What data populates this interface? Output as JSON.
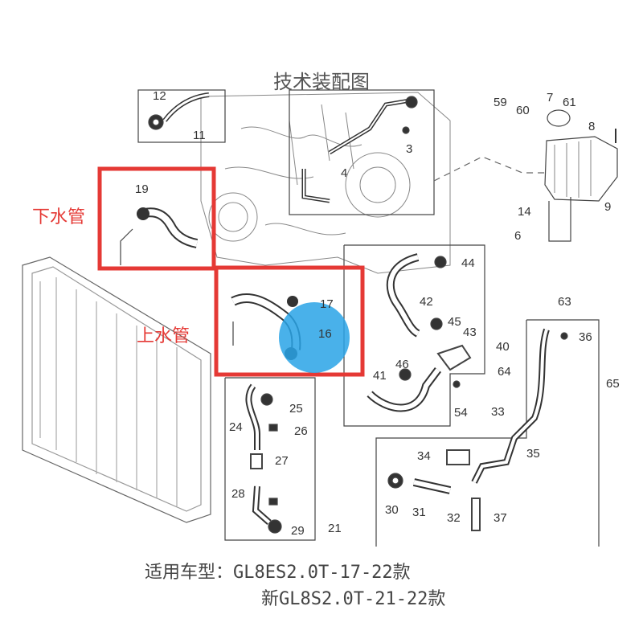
{
  "title": "技术装配图",
  "callouts": {
    "lower_hose": "下水管",
    "upper_hose": "上水管"
  },
  "footer": {
    "line1": "适用车型：GL8ES2.0T-17-22款",
    "line2": "新GL8S2.0T-21-22款"
  },
  "part_numbers": [
    "12",
    "11",
    "19",
    "17",
    "16",
    "59",
    "60",
    "7",
    "61",
    "8",
    "9",
    "14",
    "6",
    "3",
    "4",
    "44",
    "42",
    "45",
    "43",
    "40",
    "46",
    "41",
    "54",
    "64",
    "65",
    "63",
    "36",
    "33",
    "35",
    "34",
    "30",
    "31",
    "32",
    "37",
    "25",
    "24",
    "26",
    "27",
    "28",
    "29",
    "21"
  ],
  "colors": {
    "highlight_box": "#e53935",
    "marker_circle": "#29a3e6",
    "line_art": "#555555"
  }
}
